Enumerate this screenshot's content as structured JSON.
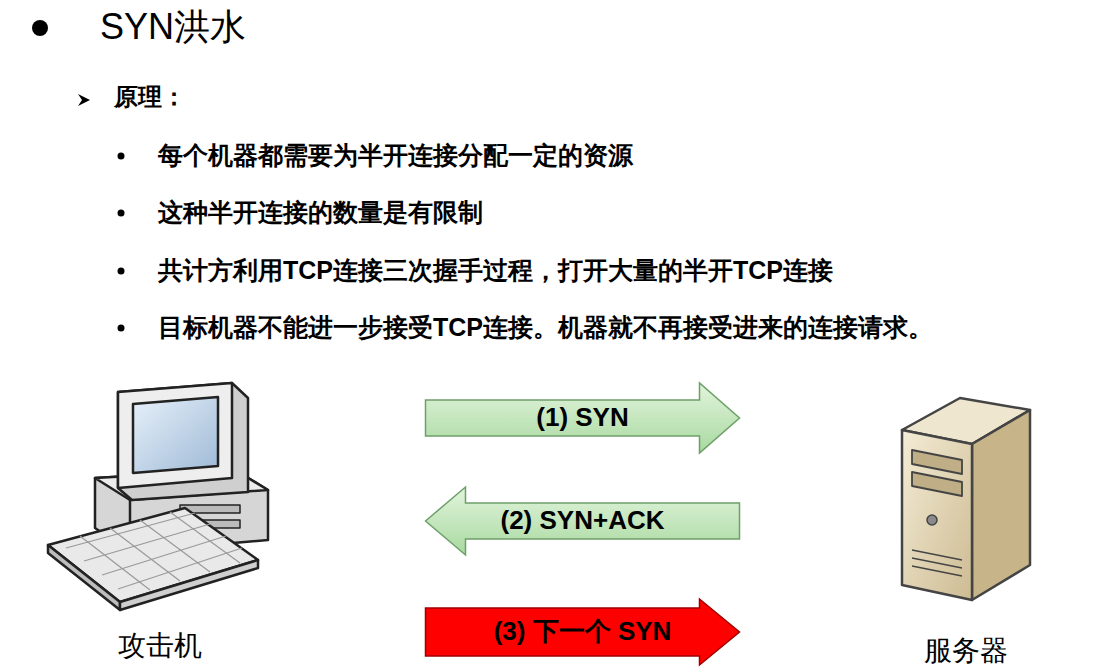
{
  "diagram": {
    "title": "SYN洪水",
    "nodes": [
      {
        "text": [
          "攻击机"
        ]
      },
      {
        "text": [
          "服务器"
        ]
      }
    ],
    "edges": [
      {
        "from": 0,
        "to": 1,
        "arrow": "to",
        "label": "(1) SYN"
      },
      {
        "from": 1,
        "to": 0,
        "arrow": "to",
        "label": "(2) SYN+ACK"
      },
      {
        "from": 0,
        "to": 1,
        "arrow": "to",
        "label": "(3) 下一个 SYN"
      }
    ],
    "labels": [
      "原理：",
      "每个机器都需要为半开连接分配一定的资源",
      "这种半开连接的数量是有限制",
      "共计方利用TCP连接三次握手过程，打开大量的半开TCP连接",
      "目标机器不能进一步接受TCP连接。机器就不再接受进来的连接请求。"
    ]
  }
}
